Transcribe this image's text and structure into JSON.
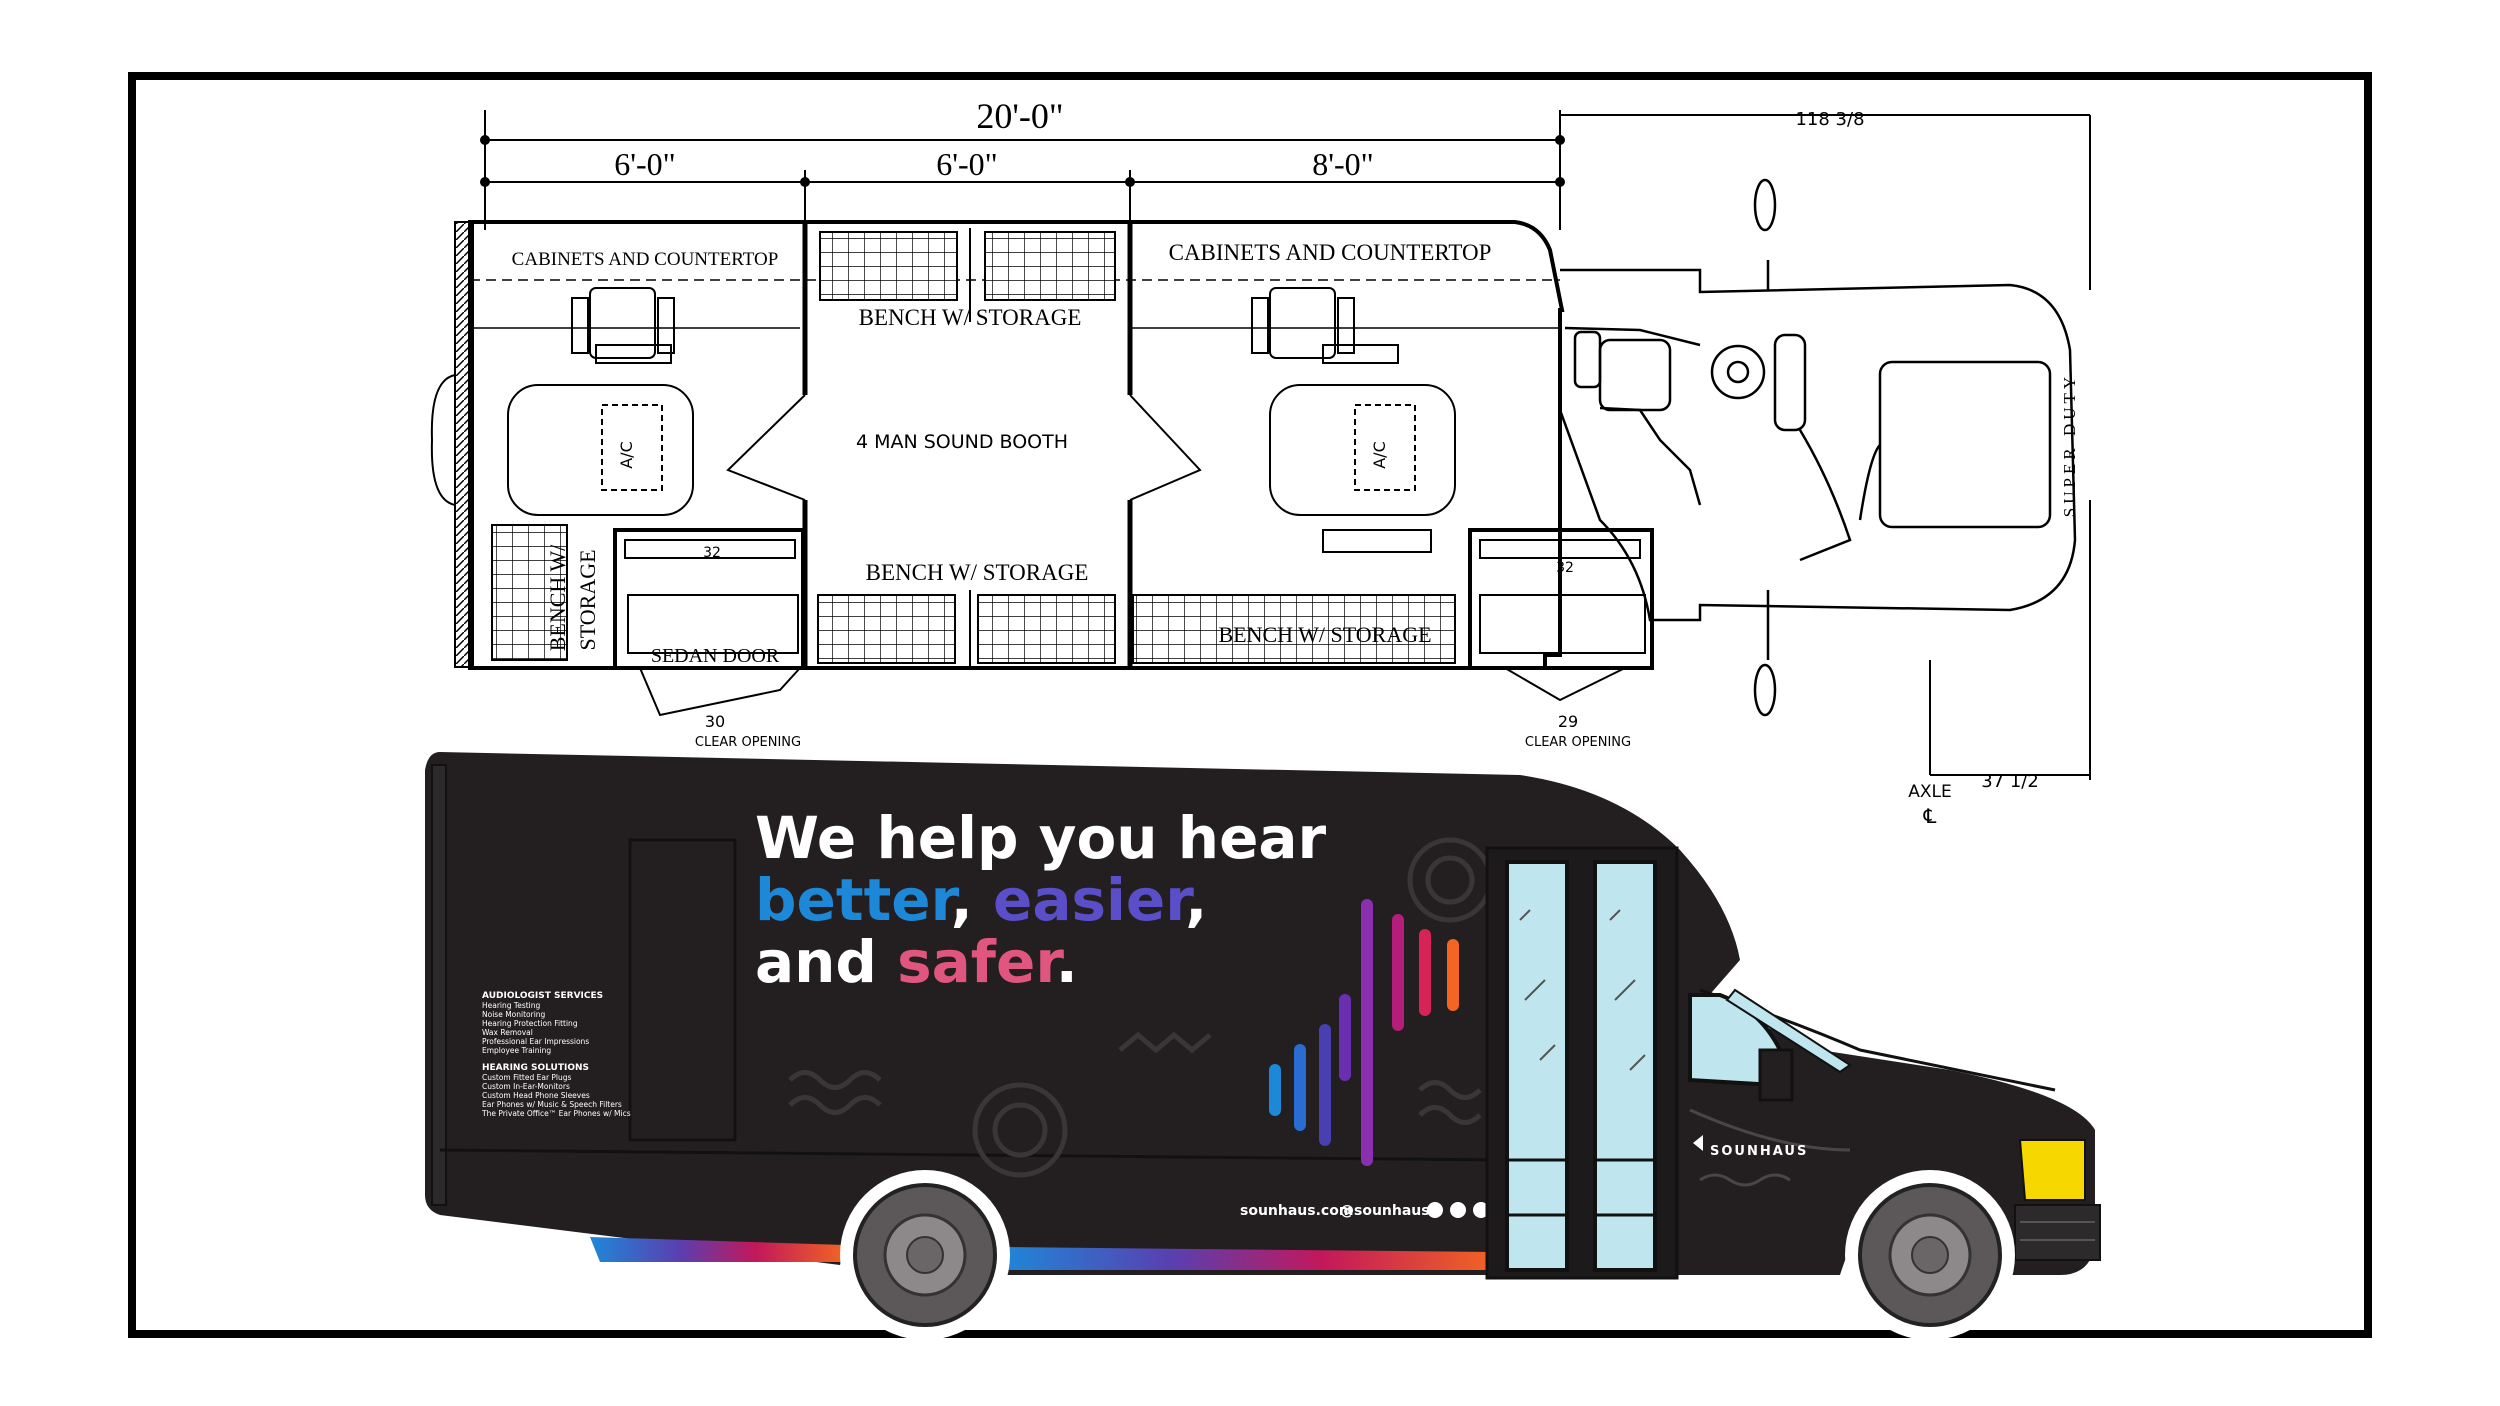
{
  "floor_plan": {
    "dimensions": {
      "overall": "20'-0\"",
      "seg1": "6'-0\"",
      "seg2": "6'-0\"",
      "seg3": "8'-0\"",
      "front": "118 3/8",
      "axle_offset": "37 1/2"
    },
    "labels": {
      "cabinets_left": "CABINETS AND COUNTERTOP",
      "cabinets_right": "CABINETS AND COUNTERTOP",
      "bench_top": "BENCH W/ STORAGE",
      "bench_bottom_mid": "BENCH W/ STORAGE",
      "bench_bottom_right": "BENCH W/ STORAGE",
      "bench_left_vertical_1": "BENCH W/",
      "bench_left_vertical_2": "STORAGE",
      "sound_booth": "4 MAN SOUND BOOTH",
      "ac_left": "A/C",
      "ac_right": "A/C",
      "sedan_door": "SEDAN DOOR",
      "clear_opening_left": "CLEAR OPENING",
      "clear_opening_right": "CLEAR OPENING",
      "clear_opening_left_value": "30",
      "clear_opening_right_value": "29",
      "step_left": "32",
      "step_right": "32",
      "axle_1": "AXLE",
      "axle_2": "℄",
      "hood": "SUPER DUTY"
    }
  },
  "bus": {
    "headline_line1": "We help you hear",
    "headline_line2_a": "better",
    "headline_line2_comma1": ",",
    "headline_line2_b": "easier",
    "headline_line2_comma2": ",",
    "headline_line3_a": "and ",
    "headline_line3_b": "safer",
    "headline_line3_dot": ".",
    "services_title": "AUDIOLOGIST SERVICES",
    "services": [
      "Hearing Testing",
      "Noise Monitoring",
      "Hearing Protection Fitting",
      "Wax Removal",
      "Professional Ear Impressions",
      "Employee Training"
    ],
    "solutions_title": "HEARING SOLUTIONS",
    "solutions": [
      "Custom Fitted Ear Plugs",
      "Custom In-Ear-Monitors",
      "Custom Head Phone Sleeves",
      "Ear Phones w/ Music & Speech Filters",
      "The Private Office™ Ear Phones w/ Mics"
    ],
    "website": "sounhaus.com",
    "handle": "@sounhaus",
    "brand": "SOUNHAUS",
    "colors": {
      "body": "#231f20",
      "blue": "#1e88d8",
      "purple": "#7b3fb0",
      "magenta": "#c2185b",
      "orange": "#f26522",
      "glass": "#bfe6ee",
      "headlight": "#f6d800"
    }
  }
}
